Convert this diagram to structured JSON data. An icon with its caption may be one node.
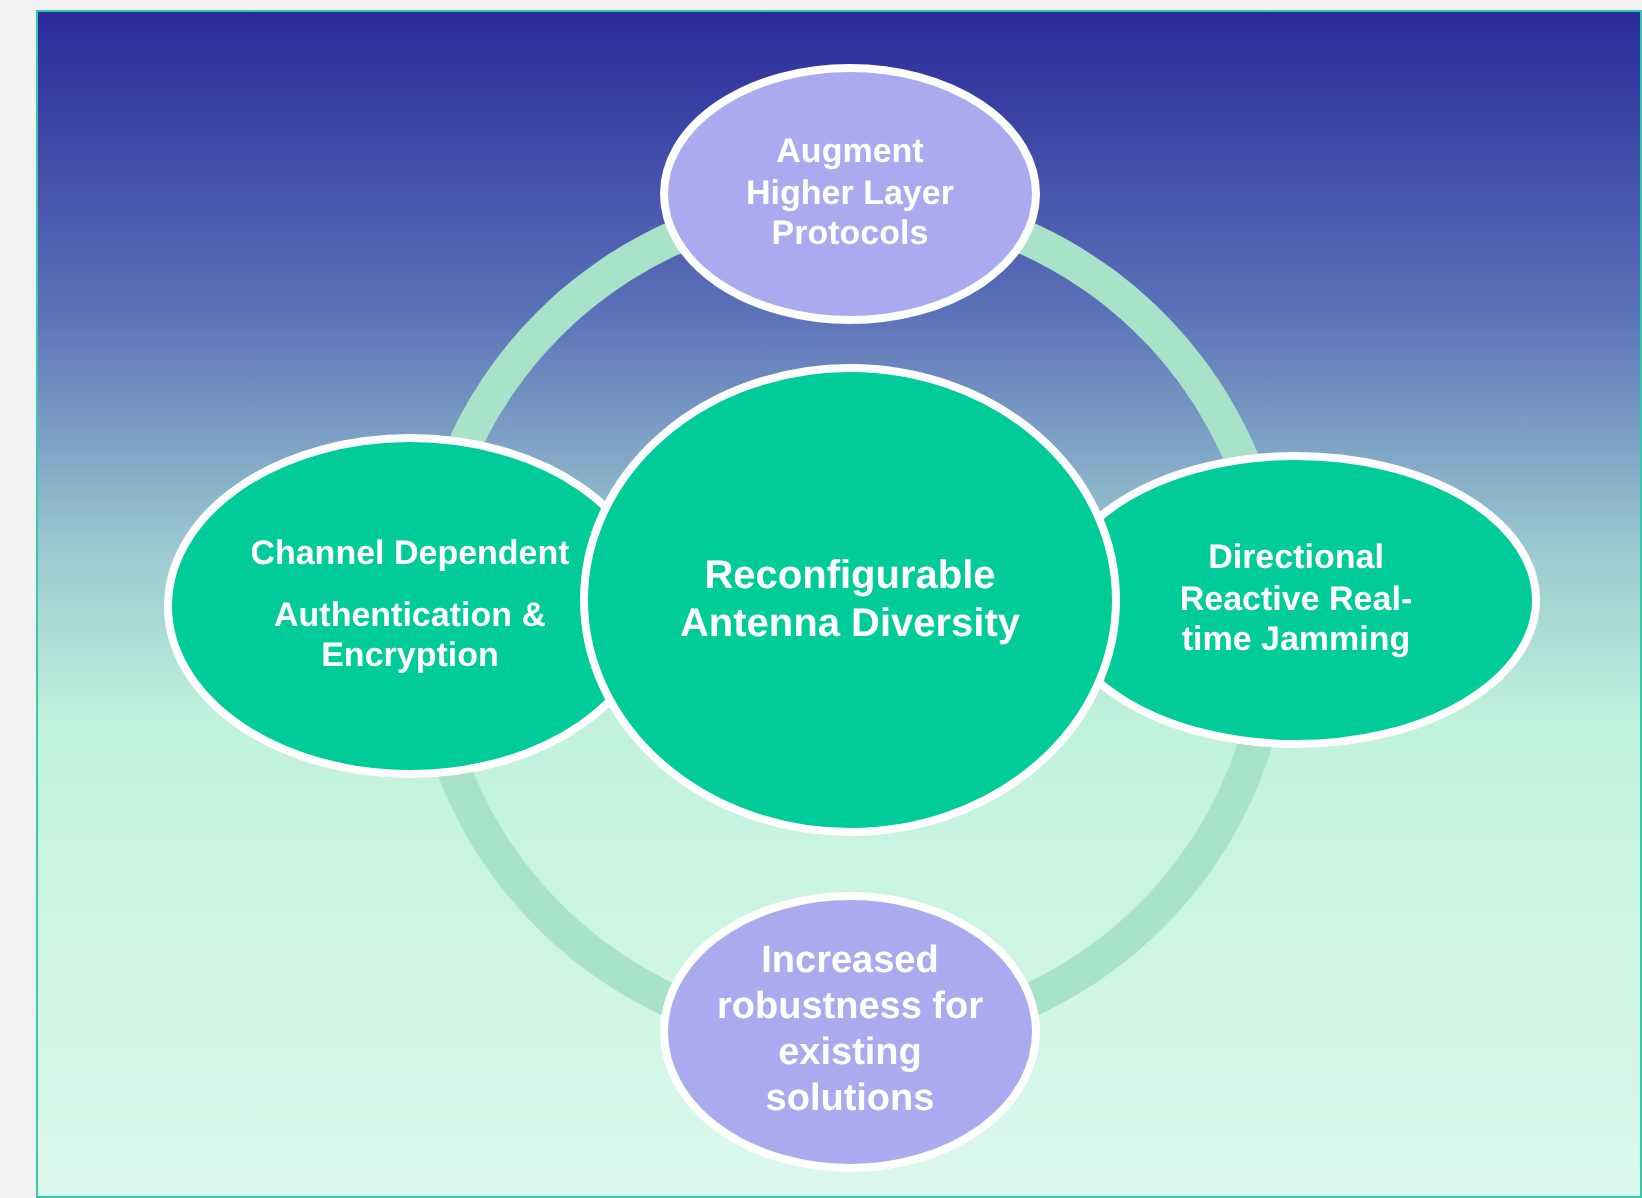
{
  "diagram": {
    "nodes": [
      {
        "text": [
          "Reconfigurable Antenna Diversity"
        ]
      },
      {
        "text": [
          "Augment Higher Layer Protocols"
        ]
      },
      {
        "text": [
          "Directional Reactive Real-time Jamming"
        ]
      },
      {
        "text": [
          "Increased robustness for existing solutions"
        ]
      },
      {
        "text": [
          "Channel Dependent",
          "Authentication & Encryption"
        ]
      }
    ],
    "edges": [
      {
        "from": 1,
        "to": 2,
        "arrow": "none"
      },
      {
        "from": 2,
        "to": 3,
        "arrow": "none"
      },
      {
        "from": 3,
        "to": 4,
        "arrow": "none"
      },
      {
        "from": 4,
        "to": 1,
        "arrow": "none"
      }
    ]
  }
}
